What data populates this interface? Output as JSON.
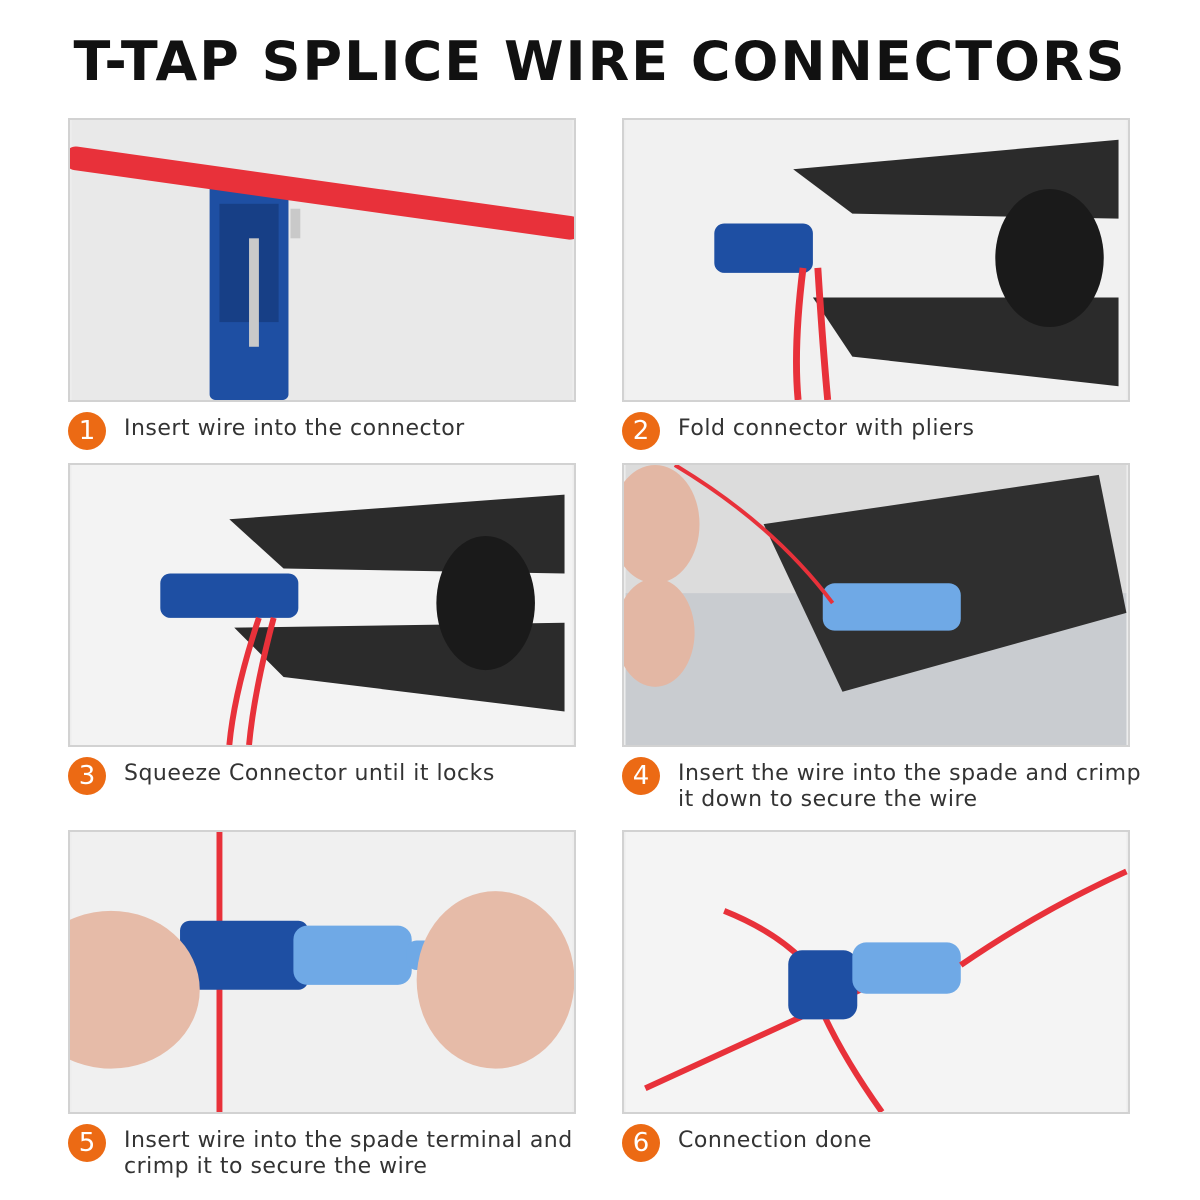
{
  "title": "T-TAP SPLICE WIRE CONNECTORS",
  "colors": {
    "accent": "#ec6a14",
    "wire": "#e8313a",
    "connector_blue": "#1e4fa3",
    "spade_light_blue": "#6fa9e6",
    "pliers": "#2b2b2b"
  },
  "steps": [
    {
      "number": "1",
      "text": "Insert wire into the connector"
    },
    {
      "number": "2",
      "text": "Fold connector with pliers"
    },
    {
      "number": "3",
      "text": "Squeeze Connector until it locks"
    },
    {
      "number": "4",
      "text": "Insert the wire into the spade and crimp it down to secure the wire"
    },
    {
      "number": "5",
      "text": "Insert wire into the spade terminal and crimp it to secure the wire"
    },
    {
      "number": "6",
      "text": "Connection done"
    }
  ]
}
